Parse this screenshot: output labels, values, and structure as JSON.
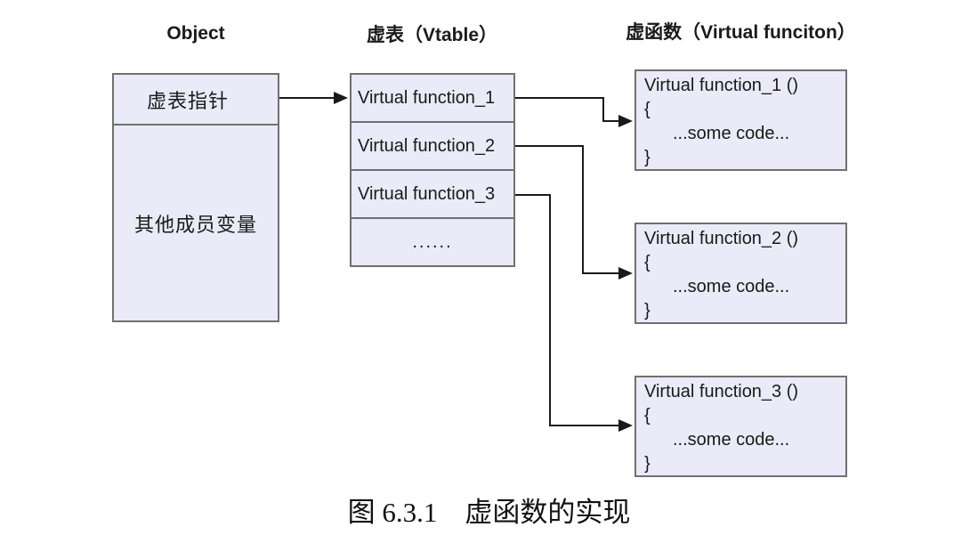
{
  "diagram": {
    "labels": {
      "object": "Object",
      "vtable": "虚表（Vtable）",
      "virtual_functions": "虚函数（Virtual funciton）"
    },
    "object_box": {
      "vptr": "虚表指针",
      "other_members": "其他成员变量"
    },
    "vtable": {
      "rows": [
        "Virtual function_1",
        "Virtual function_2",
        "Virtual function_3",
        "......"
      ]
    },
    "functions": [
      {
        "signature": "Virtual function_1 ()",
        "brace_open": "{",
        "body": "...some code...",
        "brace_close": "}"
      },
      {
        "signature": "Virtual function_2 ()",
        "brace_open": "{",
        "body": "...some code...",
        "brace_close": "}"
      },
      {
        "signature": "Virtual function_3 ()",
        "brace_open": "{",
        "body": "...some code...",
        "brace_close": "}"
      }
    ],
    "caption": "图 6.3.1　虚函数的实现"
  },
  "colors": {
    "background": "#ffffff",
    "box_fill": "#eaeaf8",
    "box_border": "#707070",
    "connector": "#1a1a1a",
    "text": "#1a1a1a"
  }
}
